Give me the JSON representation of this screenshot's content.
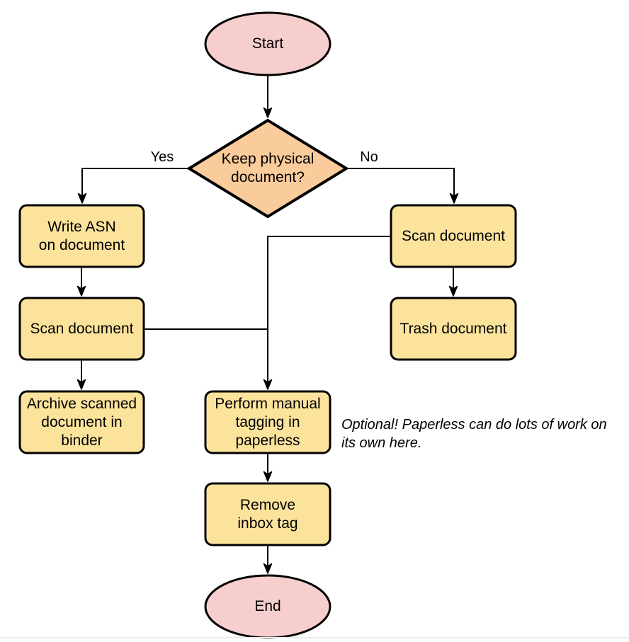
{
  "diagram": {
    "nodes": {
      "start": {
        "label": "Start",
        "type": "terminator"
      },
      "decision": {
        "label": "Keep physical\ndocument?",
        "type": "decision"
      },
      "write_asn": {
        "label": "Write ASN\non document",
        "type": "process"
      },
      "scan_left": {
        "label": "Scan document",
        "type": "process"
      },
      "archive": {
        "label": "Archive scanned\ndocument in\nbinder",
        "type": "process"
      },
      "scan_right": {
        "label": "Scan document",
        "type": "process"
      },
      "trash": {
        "label": "Trash document",
        "type": "process"
      },
      "tagging": {
        "label": "Perform manual\ntagging in\npaperless",
        "type": "process"
      },
      "remove_inbox": {
        "label": "Remove\ninbox tag",
        "type": "process"
      },
      "end": {
        "label": "End",
        "type": "terminator"
      }
    },
    "edge_labels": {
      "yes": "Yes",
      "no": "No"
    },
    "note": "Optional! Paperless can do lots of work on\nits own here.",
    "colors": {
      "terminator_fill": "#F6CECD",
      "decision_fill": "#FACB9B",
      "process_fill": "#FBE39C",
      "stroke": "#000000",
      "edge": "#000000",
      "background": "#FFFFFF",
      "bottom_rule": "#ECECEC"
    }
  }
}
